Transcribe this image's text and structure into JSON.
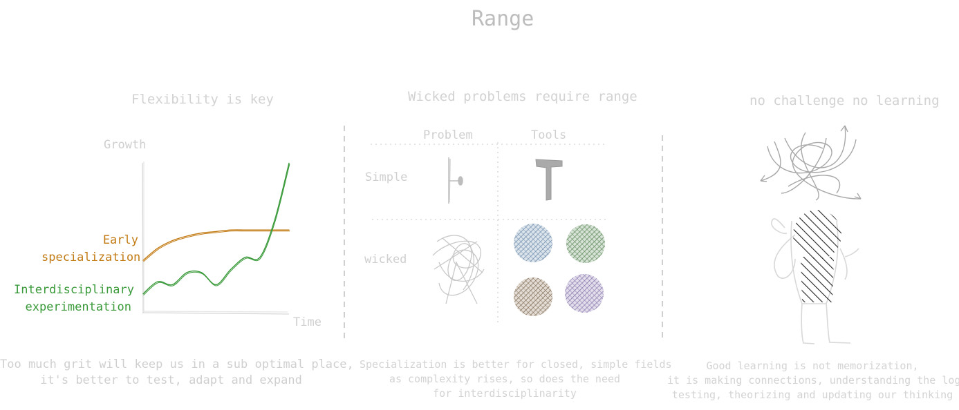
{
  "title": "Range",
  "panels": {
    "left": {
      "heading": "Flexibility is key",
      "y_axis_label": "Growth",
      "x_axis_label": "Time",
      "series_early": [
        "Early",
        "specialization"
      ],
      "series_inter": [
        "Interdisciplinary",
        "experimentation"
      ],
      "caption": [
        "Too much grit will keep us in a sub optimal place,",
        "it's better to test, adapt and expand"
      ]
    },
    "middle": {
      "heading": "Wicked problems require range",
      "col_problem": "Problem",
      "col_tools": "Tools",
      "row_simple": "Simple",
      "row_wicked": "wicked",
      "caption": [
        "Specialization is better for closed, simple fields",
        "as complexity rises, so does the need",
        "for interdisciplinarity"
      ]
    },
    "right": {
      "heading": "no challenge no learning",
      "caption": [
        "Good learning is not memorization,",
        "it is making connections, understanding the logic",
        "testing, theorizing and updating our thinking"
      ]
    }
  },
  "colors": {
    "early": "#c27a13",
    "interdisciplinary": "#3a9a3a",
    "blob_blue": "#6f8fb0",
    "blob_green": "#5c8a58",
    "blob_brown": "#8a7258",
    "blob_purple": "#8a78b0"
  },
  "chart_data": {
    "type": "line",
    "series": [
      {
        "name": "Early specialization",
        "x": [
          0,
          1,
          2,
          3,
          4,
          5,
          6,
          7,
          8,
          9,
          10
        ],
        "y": [
          3.4,
          4.2,
          4.7,
          5.0,
          5.2,
          5.3,
          5.4,
          5.4,
          5.4,
          5.4,
          5.4
        ]
      },
      {
        "name": "Interdisciplinary experimentation",
        "x": [
          0,
          1,
          2,
          3,
          4,
          5,
          6,
          7,
          8,
          9,
          10
        ],
        "y": [
          1.2,
          2.0,
          1.8,
          2.6,
          2.6,
          1.8,
          2.8,
          3.6,
          3.6,
          6.0,
          9.8
        ]
      }
    ],
    "xlabel": "Time",
    "ylabel": "Growth",
    "xlim": [
      0,
      10
    ],
    "ylim": [
      0,
      10
    ],
    "grid": false
  }
}
